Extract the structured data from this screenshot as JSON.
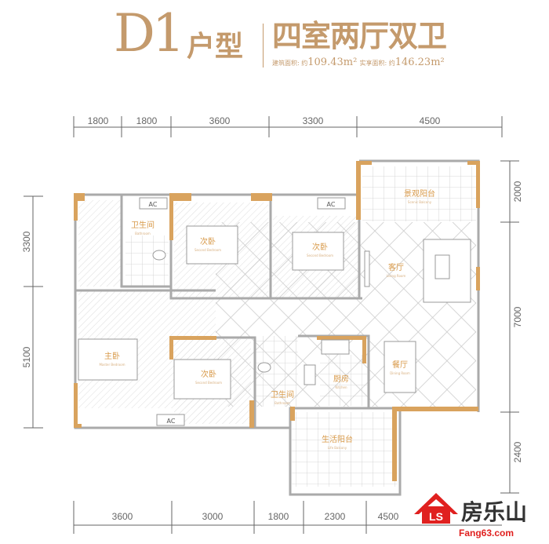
{
  "header": {
    "type_code": "D1",
    "type_suffix": "户型",
    "layout": "四室两厅双卫",
    "area_built_label": "建筑面积: 约",
    "area_built_value": "109.43m²",
    "area_actual_label": "实享面积: 约",
    "area_actual_value": "146.23m²"
  },
  "dimensions": {
    "top": [
      "1800",
      "1800",
      "3600",
      "3300",
      "4500"
    ],
    "bottom": [
      "3600",
      "3000",
      "1800",
      "2300",
      "4500"
    ],
    "left": [
      "3300",
      "5100"
    ],
    "right": [
      "2000",
      "7000",
      "2400"
    ]
  },
  "rooms": {
    "bath1": {
      "cn": "卫生间",
      "en": "Bathroom"
    },
    "bed2a": {
      "cn": "次卧",
      "en": "Second Bedroom"
    },
    "bed2b": {
      "cn": "次卧",
      "en": "Second Bedroom"
    },
    "view_balcony": {
      "cn": "景观阳台",
      "en": "Scenic Balcony"
    },
    "living": {
      "cn": "客厅",
      "en": "Living Room"
    },
    "master": {
      "cn": "主卧",
      "en": "Master Bedroom"
    },
    "bed2c": {
      "cn": "次卧",
      "en": "Second Bedroom"
    },
    "bath2": {
      "cn": "卫生间",
      "en": "Bathroom"
    },
    "kitchen": {
      "cn": "厨房",
      "en": "Kitchen"
    },
    "dining": {
      "cn": "餐厅",
      "en": "Dining Room"
    },
    "life_balcony": {
      "cn": "生活阳台",
      "en": "Life Balcony"
    },
    "ac": "AC"
  },
  "watermark": "房乐山",
  "logo": {
    "name": "房乐山",
    "url_text": "Fang63.com"
  },
  "colors": {
    "accent": "#c49a6c",
    "wall": "#d9a35e",
    "logo_red": "#e0201f"
  }
}
